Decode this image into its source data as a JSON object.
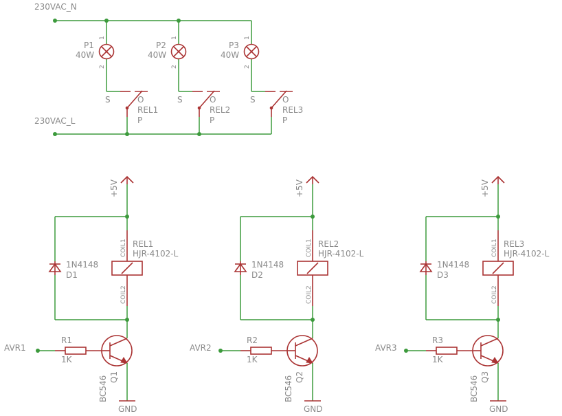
{
  "nets": {
    "neutral": "230VAC_N",
    "line": "230VAC_L",
    "vcc": "+5V",
    "gnd": "GND"
  },
  "lamps": [
    {
      "ref": "P1",
      "power": "40W",
      "pin1": "1",
      "pin2": "2"
    },
    {
      "ref": "P2",
      "power": "40W",
      "pin1": "1",
      "pin2": "2"
    },
    {
      "ref": "P3",
      "power": "40W",
      "pin1": "1",
      "pin2": "2"
    }
  ],
  "contacts": [
    {
      "ref": "REL1",
      "s": "S",
      "o": "O",
      "p": "P"
    },
    {
      "ref": "REL2",
      "s": "S",
      "o": "O",
      "p": "P"
    },
    {
      "ref": "REL3",
      "s": "S",
      "o": "O",
      "p": "P"
    }
  ],
  "channels": [
    {
      "input": "AVR1",
      "resistor": "R1",
      "rvalue": "1K",
      "transistor": "Q1",
      "tmodel": "BC546",
      "diode": "D1",
      "dmodel": "1N4148",
      "relay": "REL1",
      "rmodel": "HJR-4102-L",
      "coil1": "COIL1",
      "coil2": "COIL2"
    },
    {
      "input": "AVR2",
      "resistor": "R2",
      "rvalue": "1K",
      "transistor": "Q2",
      "tmodel": "BC546",
      "diode": "D2",
      "dmodel": "1N4148",
      "relay": "REL2",
      "rmodel": "HJR-4102-L",
      "coil1": "COIL1",
      "coil2": "COIL2"
    },
    {
      "input": "AVR3",
      "resistor": "R3",
      "rvalue": "1K",
      "transistor": "Q3",
      "tmodel": "BC546",
      "diode": "D3",
      "dmodel": "1N4148",
      "relay": "REL3",
      "rmodel": "HJR-4102-L",
      "coil1": "COIL1",
      "coil2": "COIL2"
    }
  ]
}
